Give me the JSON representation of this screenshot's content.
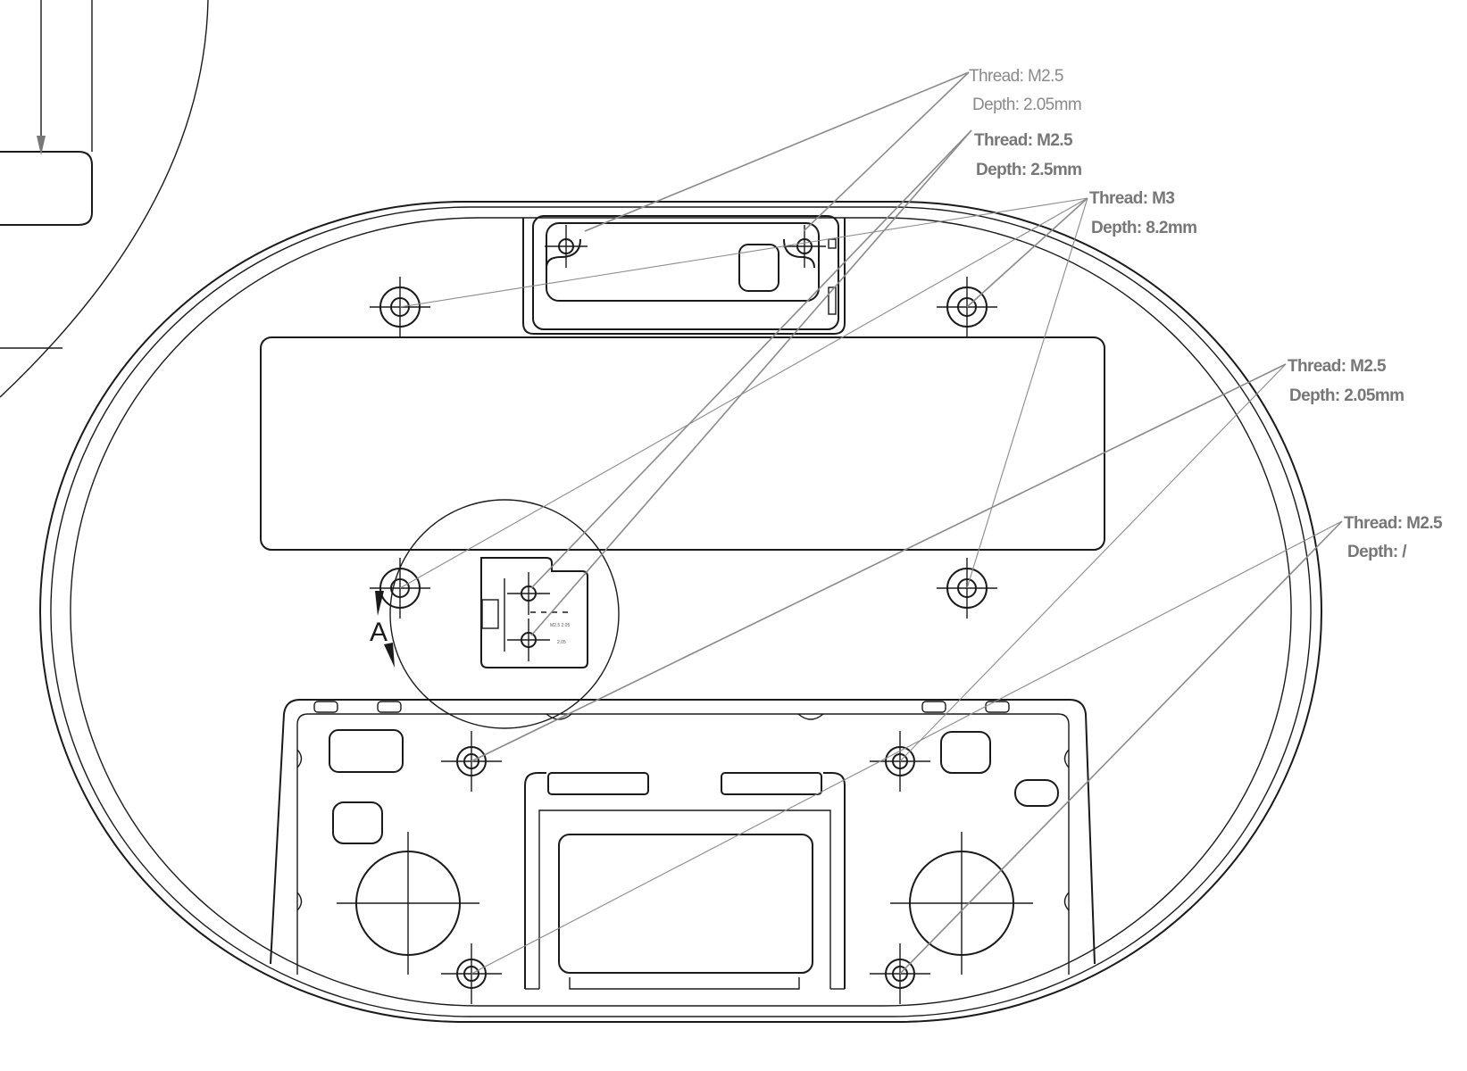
{
  "callouts": [
    {
      "thread": "Thread: M2.5",
      "depth": "Depth: 2.05mm"
    },
    {
      "thread": "Thread: M2.5",
      "depth": "Depth: 2.5mm"
    },
    {
      "thread": "Thread: M3",
      "depth": "Depth: 8.2mm"
    },
    {
      "thread": "Thread: M2.5",
      "depth": "Depth: 2.05mm"
    },
    {
      "thread": "Thread: M2.5",
      "depth": "Depth: /"
    }
  ],
  "section_view": {
    "label": "A"
  },
  "colors": {
    "outline": "#1a1a1a",
    "leader": "#8a8a8a",
    "callout_text": "#777777"
  }
}
